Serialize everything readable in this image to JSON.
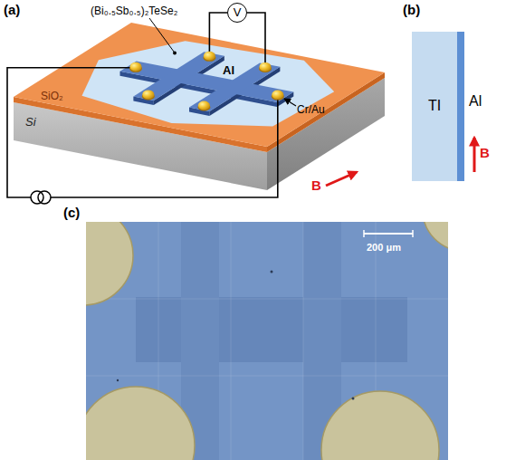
{
  "diagram": {
    "nodes": [
      {
        "text": [
          "V"
        ]
      },
      {
        "text": [
          "TI"
        ]
      },
      {
        "text": [
          "Al"
        ]
      }
    ],
    "labels": [
      "(a)",
      "(Bi₀.₅Sb₀.₅)₂TeSe₂",
      "Al",
      "Cr/Au",
      "SiO₂",
      "Si",
      "B",
      "(b)",
      "B",
      "(c)",
      "200 μm"
    ]
  }
}
